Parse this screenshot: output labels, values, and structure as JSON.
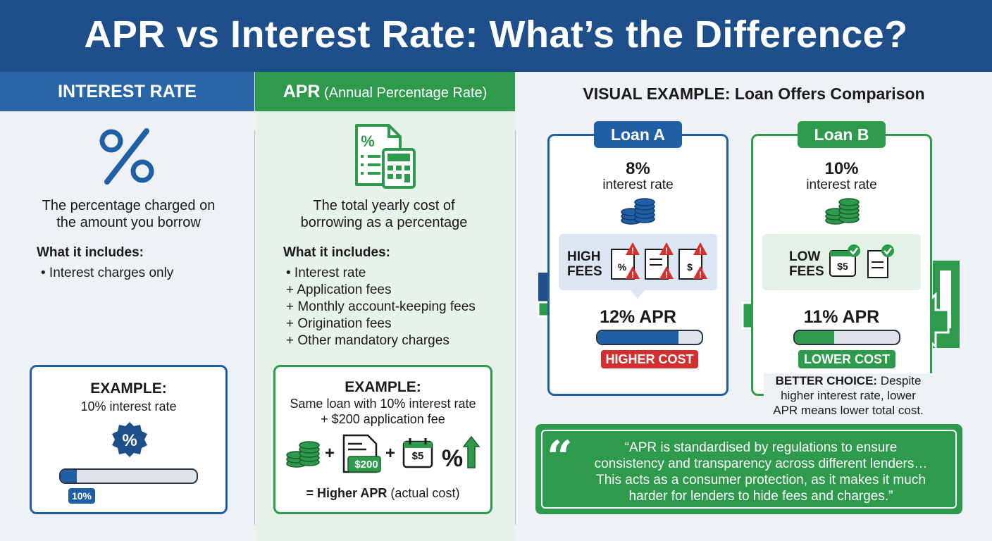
{
  "title": "APR vs Interest Rate: What’s the Difference?",
  "colors": {
    "blue": "#1f4f8a",
    "blue_mid": "#2966a8",
    "green": "#2e9a4b",
    "red": "#d32f2f"
  },
  "interest_rate": {
    "header": "INTEREST RATE",
    "icon": "percent-icon",
    "description_lines": [
      "The percentage charged on",
      "the amount you borrow"
    ],
    "includes_title": "What it includes:",
    "includes": [
      "•  Interest charges only"
    ],
    "example": {
      "title": "EXAMPLE:",
      "subtitle": "10% interest rate",
      "bar_label": "10%",
      "bar_fraction": 0.12
    }
  },
  "apr": {
    "header_bold": "APR",
    "header_normal": " (Annual Percentage Rate)",
    "icon": "calculator-document-icon",
    "description_lines": [
      "The total yearly cost of",
      "borrowing as a percentage"
    ],
    "includes_title": "What it includes:",
    "includes": [
      "•  Interest rate",
      "+ Application fees",
      "+ Monthly account-keeping fees",
      "+ Origination fees",
      "+ Other mandatory charges"
    ],
    "example": {
      "title": "EXAMPLE:",
      "subtitle_lines": [
        "Same loan with 10% interest rate",
        "+ $200 application fee"
      ],
      "fee_200": "$200",
      "fee_5": "$5",
      "result_bold": "= Higher APR",
      "result_normal": " (actual cost)"
    }
  },
  "visual_example": {
    "title": "VISUAL EXAMPLE: Loan Offers Comparison",
    "loan_a": {
      "tag": "Loan A",
      "pct": "8%",
      "rate_label": "interest rate",
      "fees": [
        "HIGH",
        "FEES"
      ],
      "apr": "12% APR",
      "apr_fraction": 0.78,
      "badge": "HIGHER COST"
    },
    "loan_b": {
      "tag": "Loan B",
      "pct": "10%",
      "rate_label": "interest rate",
      "fees": [
        "LOW",
        "FEES"
      ],
      "fee_5": "$5",
      "apr": "11% APR",
      "apr_fraction": 0.38,
      "badge": "LOWER COST"
    },
    "better_bold": "BETTER CHOICE:",
    "better_rest_1": " Despite",
    "better_lines": [
      "higher interest rate, lower",
      "APR means lower total cost."
    ]
  },
  "quote": {
    "mark": "“",
    "lines": [
      "“APR is standardised by regulations to ensure",
      "consistency and transparency across different lenders…",
      "This acts as a consumer protection, as it makes it much",
      "harder for lenders to hide fees and charges.”"
    ]
  }
}
